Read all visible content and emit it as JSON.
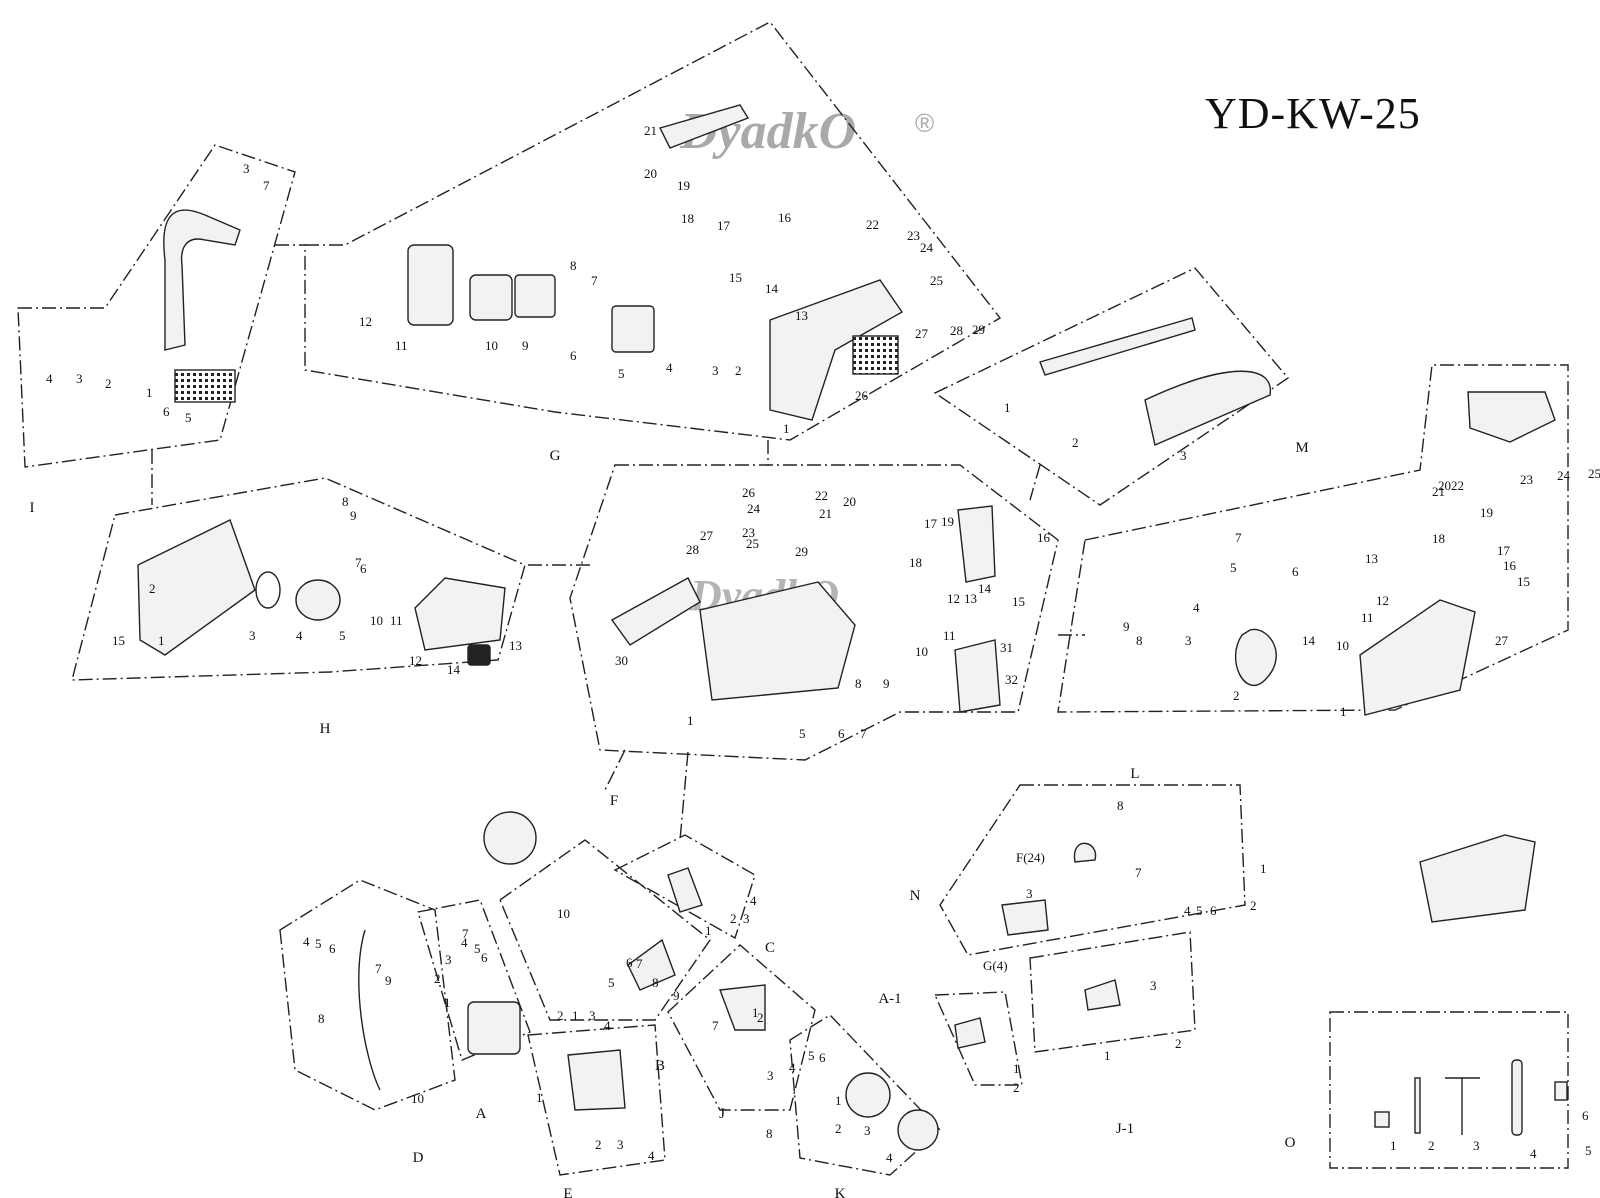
{
  "model_code": "YD-KW-25",
  "watermark": "DyadkO",
  "registered_mark": "®",
  "groups": [
    {
      "letter": "G",
      "parts": [
        "1",
        "2",
        "3",
        "4",
        "5",
        "6",
        "7",
        "8",
        "9",
        "10",
        "11",
        "12",
        "13",
        "14",
        "15",
        "16",
        "17",
        "18",
        "19",
        "20",
        "21",
        "22",
        "23",
        "24",
        "25",
        "26",
        "27",
        "28",
        "29"
      ]
    },
    {
      "letter": "I",
      "parts": [
        "1",
        "2",
        "3",
        "4",
        "5",
        "6",
        "7",
        "3"
      ]
    },
    {
      "letter": "M",
      "parts": [
        "1",
        "2",
        "3"
      ]
    },
    {
      "letter": "H",
      "parts": [
        "1",
        "2",
        "3",
        "4",
        "5",
        "6",
        "7",
        "8",
        "9",
        "10",
        "11",
        "12",
        "13",
        "14",
        "15"
      ]
    },
    {
      "letter": "F",
      "parts": [
        "1",
        "5",
        "6",
        "7",
        "8",
        "9",
        "10",
        "11",
        "12",
        "13",
        "14",
        "15",
        "16",
        "17",
        "18",
        "19",
        "20",
        "21",
        "22",
        "23",
        "24",
        "25",
        "26",
        "27",
        "28",
        "29",
        "30",
        "31",
        "32"
      ]
    },
    {
      "letter": "L",
      "parts": [
        "1",
        "2",
        "3",
        "4",
        "5",
        "6",
        "7",
        "8",
        "9",
        "10",
        "11",
        "12",
        "13",
        "14",
        "15",
        "16",
        "17",
        "18",
        "19",
        "20",
        "21",
        "22",
        "23",
        "24",
        "25",
        "27"
      ]
    },
    {
      "letter": "N",
      "parts": [
        "F(24)",
        "G(4)",
        "1",
        "2",
        "3",
        "4",
        "5",
        "6",
        "7",
        "8"
      ]
    },
    {
      "letter": "A-1",
      "parts": [
        "1",
        "2"
      ]
    },
    {
      "letter": "J-1",
      "parts": [
        "1",
        "2",
        "3"
      ]
    },
    {
      "letter": "O",
      "parts": [
        "1",
        "2",
        "3",
        "4",
        "5",
        "6"
      ]
    },
    {
      "letter": "A",
      "parts": [
        "1",
        "2",
        "3",
        "4",
        "5",
        "6",
        "7"
      ]
    },
    {
      "letter": "B",
      "parts": [
        "1",
        "2",
        "3",
        "4",
        "5",
        "6",
        "7",
        "8",
        "9",
        "10"
      ]
    },
    {
      "letter": "C",
      "parts": [
        "1",
        "2",
        "3",
        "4"
      ]
    },
    {
      "letter": "D",
      "parts": [
        "4",
        "5",
        "6",
        "7",
        "8",
        "9",
        "10"
      ]
    },
    {
      "letter": "E",
      "parts": [
        "1",
        "2",
        "3",
        "4"
      ]
    },
    {
      "letter": "J",
      "parts": [
        "1",
        "2",
        "3",
        "4",
        "5",
        "6",
        "7",
        "8"
      ]
    },
    {
      "letter": "K",
      "parts": [
        "1",
        "2",
        "3",
        "4"
      ]
    }
  ]
}
